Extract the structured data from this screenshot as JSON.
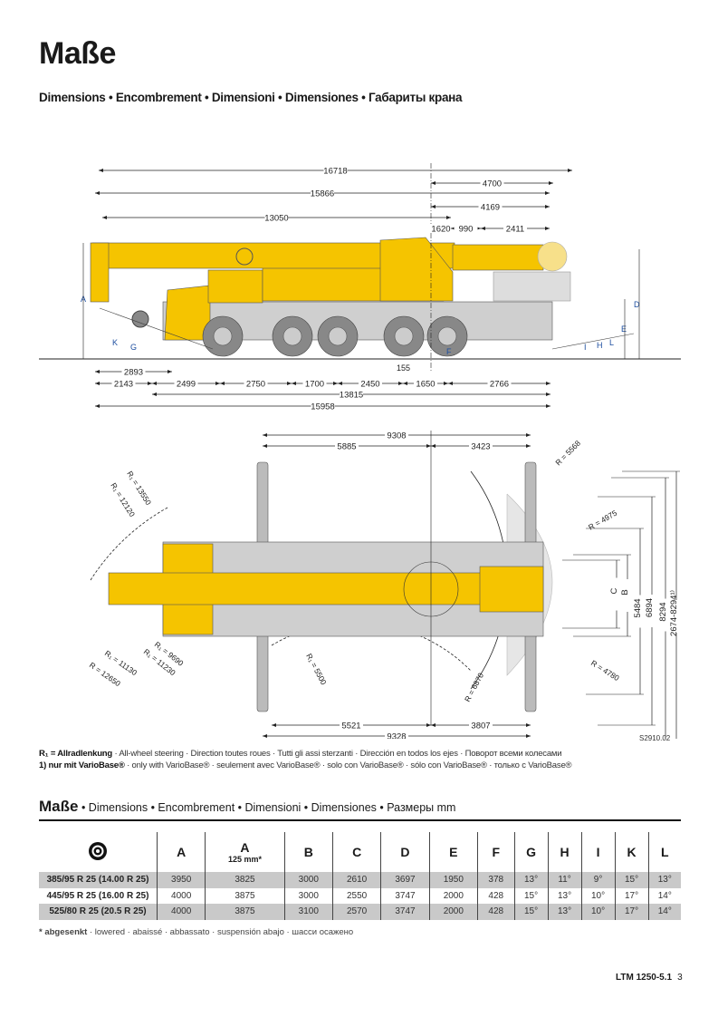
{
  "header": {
    "title": "Maße",
    "subtitle": "Dimensions • Encombrement • Dimensioni • Dimensiones • Габариты крана"
  },
  "side_view": {
    "dimensions": {
      "d16718": "16718",
      "d4700": "4700",
      "d15866": "15866",
      "d4169": "4169",
      "d13050": "13050",
      "d1620": "1620",
      "d990": "990",
      "d2411": "2411",
      "d2893": "2893",
      "d155": "155",
      "d2143": "2143",
      "d2499": "2499",
      "d2750": "2750",
      "d1700": "1700",
      "d2450": "2450",
      "d1650": "1650",
      "d2766": "2766",
      "d13815": "13815",
      "d15958": "15958"
    },
    "letters": {
      "A": "A",
      "D": "D",
      "E": "E",
      "L": "L",
      "H": "H",
      "I": "I",
      "K": "K",
      "G": "G",
      "F": "F"
    }
  },
  "top_view": {
    "dimensions": {
      "d9308": "9308",
      "d5885": "5885",
      "d3423": "3423",
      "d5521": "5521",
      "d3807": "3807",
      "d9328": "9328",
      "d5484": "5484",
      "d6894": "6894",
      "d8294": "8294",
      "d2674": "2674-8294¹⁾",
      "C": "C",
      "B": "B"
    },
    "radii": {
      "r5568": "R = 5568",
      "r13550": "R₁ = 13550",
      "r12120": "R₁ = 12120",
      "r4975": "R = 4975",
      "r9690": "R₁ = 9690",
      "r11230": "R₁ = 11230",
      "r11130": "R₁ = 11130",
      "r12650": "R = 12650",
      "r5500": "R₁ = 5500",
      "r6870": "R = 6870",
      "r4780": "R = 4780"
    }
  },
  "drawing_code": "S2910.02",
  "footnotes": {
    "r1_bold": "R₁ = Allradlenkung",
    "r1_rest": " · All-wheel steering · Direction toutes roues · Tutti gli assi sterzanti · Dirección en todos los ejes · Поворот всеми колесами",
    "vb_bold": "1) nur mit VarioBase®",
    "vb_rest": " · only with VarioBase® · seulement avec VarioBase® · solo con VarioBase® · sólo con VarioBase® · только с VarioBase®"
  },
  "table": {
    "title_bold": "Maße",
    "title_rest": " • Dimensions • Encombrement • Dimensioni • Dimensiones • Размеры  mm",
    "tire_icon": "tire-icon",
    "columns": [
      {
        "label": "A",
        "sub": ""
      },
      {
        "label": "A",
        "sub": "125 mm*"
      },
      {
        "label": "B",
        "sub": ""
      },
      {
        "label": "C",
        "sub": ""
      },
      {
        "label": "D",
        "sub": ""
      },
      {
        "label": "E",
        "sub": ""
      },
      {
        "label": "F",
        "sub": ""
      },
      {
        "label": "G",
        "sub": ""
      },
      {
        "label": "H",
        "sub": ""
      },
      {
        "label": "I",
        "sub": ""
      },
      {
        "label": "K",
        "sub": ""
      },
      {
        "label": "L",
        "sub": ""
      }
    ],
    "rows": [
      {
        "tire": "385/95 R 25 (14.00 R 25)",
        "values": [
          "3950",
          "3825",
          "3000",
          "2610",
          "3697",
          "1950",
          "378",
          "13°",
          "11°",
          "9°",
          "15°",
          "13°"
        ]
      },
      {
        "tire": "445/95 R 25 (16.00 R 25)",
        "values": [
          "4000",
          "3875",
          "3000",
          "2550",
          "3747",
          "2000",
          "428",
          "15°",
          "13°",
          "10°",
          "17°",
          "14°"
        ]
      },
      {
        "tire": "525/80 R 25 (20.5  R 25)",
        "values": [
          "4000",
          "3875",
          "3100",
          "2570",
          "3747",
          "2000",
          "428",
          "15°",
          "13°",
          "10°",
          "17°",
          "14°"
        ]
      }
    ],
    "note_bold": "* abgesenkt",
    "note_rest": " · lowered · abaissé · abbassato · suspensión abajo · шасси осажено"
  },
  "footer": {
    "model": "LTM 1250-5.1",
    "page": "3"
  },
  "colors": {
    "crane_yellow": "#f5c400",
    "chassis_gray": "#c8c8c8",
    "row_gray": "#c9c9c9"
  }
}
